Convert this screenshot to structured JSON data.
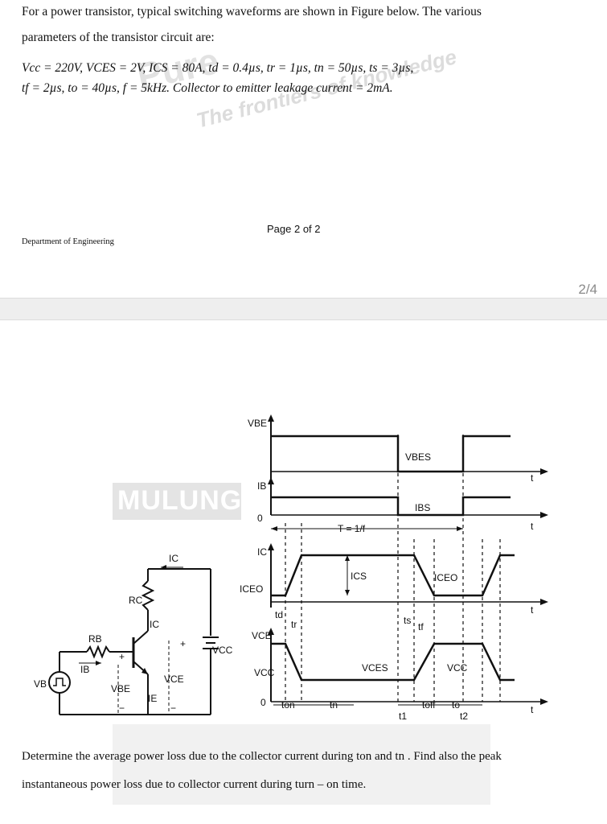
{
  "page1": {
    "line1": "For a power transistor, typical switching waveforms are shown in Figure below. The various",
    "line2": "parameters of the transistor circuit are:",
    "line3": "Vcc = 220V, VCES = 2V, ICS = 80A, td = 0.4µs, tr = 1µs, tn = 50µs, ts = 3µs,",
    "line4": "tf = 2µs, to = 40µs, f = 5kHz.  Collector to emitter leakage current  =  2mA.",
    "footer_page": "Page 2 of 2",
    "footer_dept": "Department of Engineering",
    "watermark_1": "Pure",
    "watermark_2": "The frontiers of knowledge"
  },
  "viewer": {
    "page_counter": "2/4"
  },
  "page2": {
    "watermark_logo": "MULUNG",
    "question_line1": "Determine the average power loss due to the collector current during  ton  and tn . Find also the peak",
    "question_line2": "instantaneous power loss due to collector current during turn – on time."
  },
  "figure": {
    "labels": {
      "vbe": "VBE",
      "ib": "IB",
      "ic": "IC",
      "vce": "VCE",
      "zero": "0",
      "vbes": "VBES",
      "ibs": "IBS",
      "ics": "ICS",
      "iceo_left": "ICEO",
      "iceo_right": "ICEO",
      "period": "T = 1/f",
      "t": "t",
      "td": "td",
      "tr": "tr",
      "ts": "ts",
      "tf": "tf",
      "vces": "VCES",
      "vcc_left": "VCC",
      "vcc_right": "VCC",
      "ton": "ton",
      "tn": "tn",
      "toff": "toff",
      "to": "to",
      "t1": "t1",
      "t2": "t2"
    },
    "circuit": {
      "rc": "RC",
      "rb": "RB",
      "ib": "IB",
      "ic_top": "IC",
      "ic_mid": "IC",
      "vb": "VB",
      "vbe": "VBE",
      "vce": "VCE",
      "ie": "IE",
      "vcc": "VCC",
      "plus": "+",
      "minus": "−"
    }
  }
}
